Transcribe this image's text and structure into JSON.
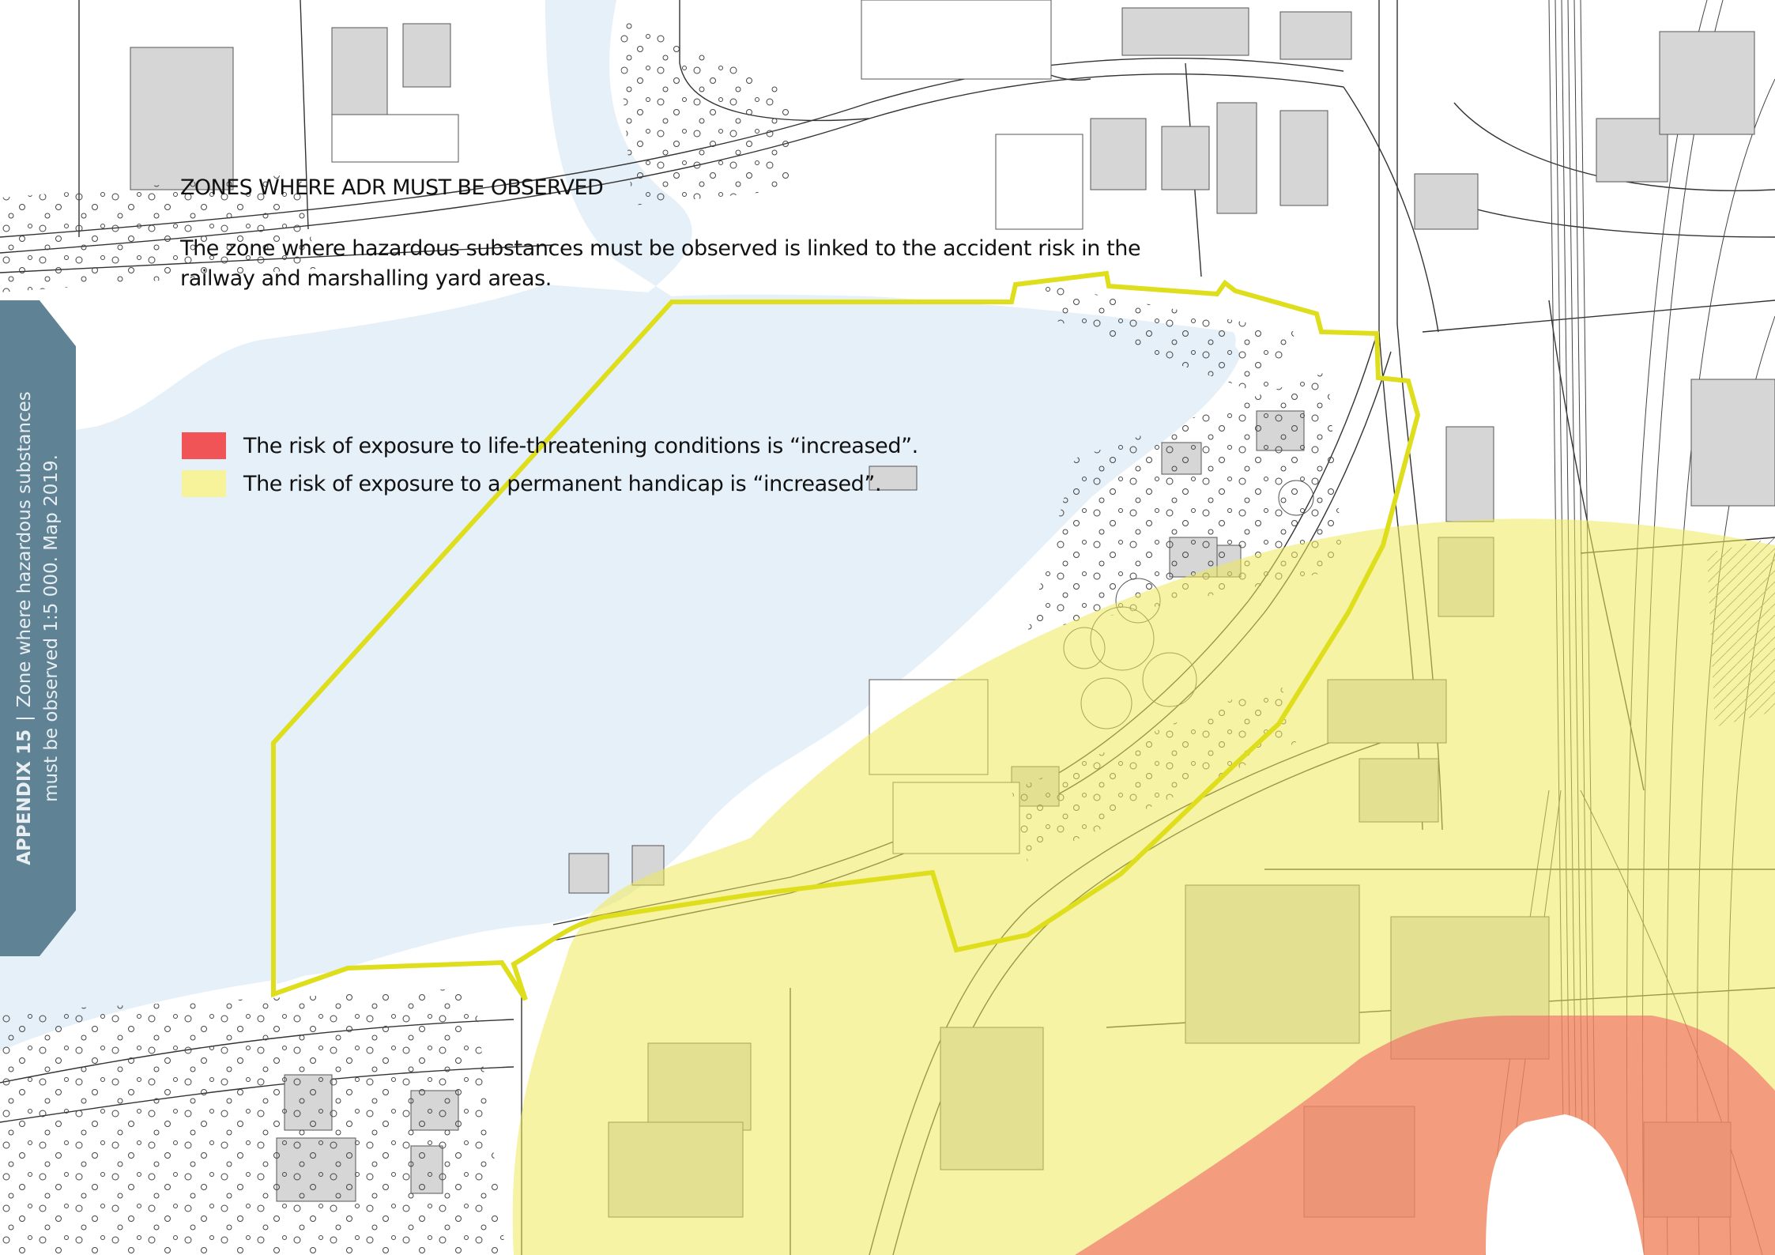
{
  "title": "ZONES WHERE ADR MUST BE OBSERVED",
  "description": "The zone where hazardous substances must be observed is linked to the accident risk in the railway and marshalling yard areas.",
  "legend": [
    {
      "label": "The risk of exposure to life-threatening conditions is “increased”.",
      "color": "#f15456"
    },
    {
      "label": "The risk of exposure to a permanent handicap is “increased”.",
      "color": "#f7f39b"
    }
  ],
  "side_tab": {
    "appendix": "APPENDIX 15",
    "separator": "|",
    "caption_line1": "Zone where hazardous substances",
    "caption_line2": "must be observed 1:5 000. Map 2019.",
    "color": "#5f8395"
  },
  "colors": {
    "water": "#e6f0f8",
    "boundary": "#dede1c",
    "yellow_zone": "#f0ea5a",
    "red_zone": "#f26466",
    "lines": "#333333",
    "buildings": "#d6d6d6"
  }
}
